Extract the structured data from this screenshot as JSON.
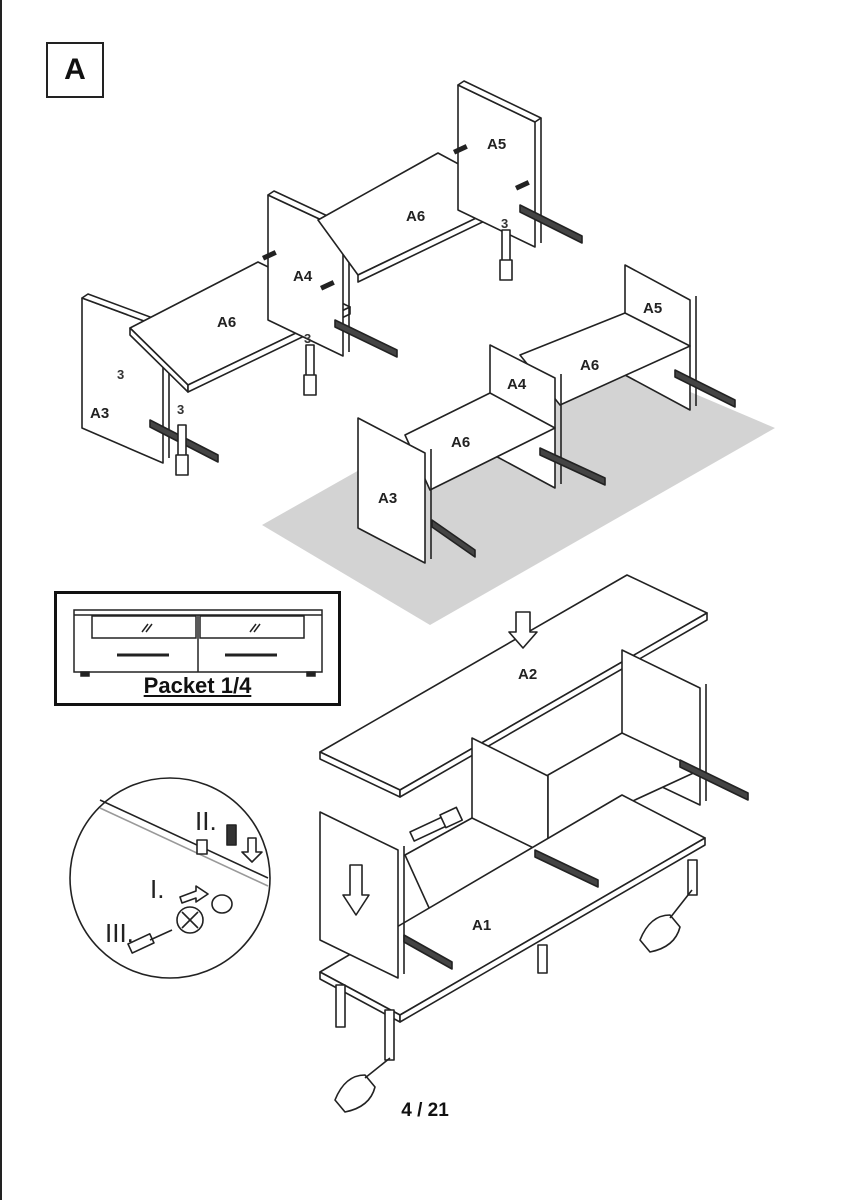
{
  "step": {
    "label": "A"
  },
  "parts": {
    "top_left": {
      "a3": "A3",
      "a6_left": "A6",
      "a4": "A4",
      "a6_right": "A6",
      "a5": "A5"
    },
    "assembled": {
      "a3": "A3",
      "a6_left": "A6",
      "a4": "A4",
      "a6_right": "A6",
      "a5": "A5"
    },
    "lower": {
      "a2": "A2",
      "a1": "A1"
    }
  },
  "screw_counts": {
    "left": "3",
    "middle": "3",
    "right": "3",
    "inner": "3"
  },
  "packet": {
    "label": "Packet 1/4"
  },
  "detail": {
    "step_1": "I.",
    "step_2": "II.",
    "step_3": "III."
  },
  "page": {
    "number": "4 / 21"
  }
}
